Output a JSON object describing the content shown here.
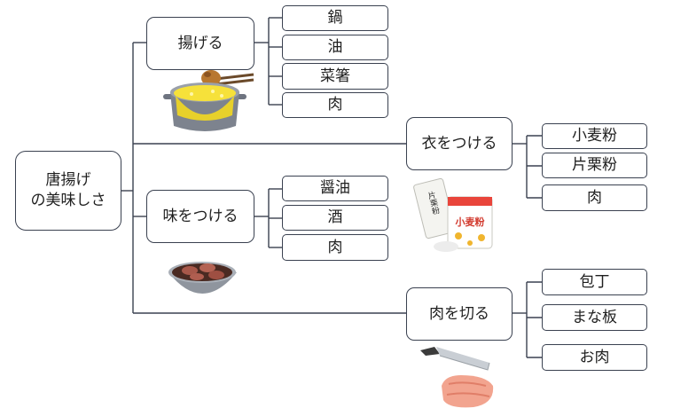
{
  "root": {
    "line1": "唐揚げ",
    "line2": "の美味しさ"
  },
  "branches": [
    {
      "label": "揚げる",
      "items": [
        "鍋",
        "油",
        "菜箸",
        "肉"
      ]
    },
    {
      "label": "衣をつける",
      "items": [
        "小麦粉",
        "片栗粉",
        "肉"
      ]
    },
    {
      "label": "味をつける",
      "items": [
        "醤油",
        "酒",
        "肉"
      ]
    },
    {
      "label": "肉を切る",
      "items": [
        "包丁",
        "まな板",
        "お肉"
      ]
    }
  ],
  "illustration_text": {
    "bag_small": "片栗粉",
    "bag_large": "小麦粉"
  },
  "icons": [
    "frying-pot-icon",
    "flour-bags-icon",
    "marinade-bowl-icon",
    "knife-meat-icon"
  ],
  "colors": {
    "connector": "#3a4150",
    "oil": "#f6e13a",
    "pot": "#8a8f98",
    "meat": "#e88f7a"
  }
}
